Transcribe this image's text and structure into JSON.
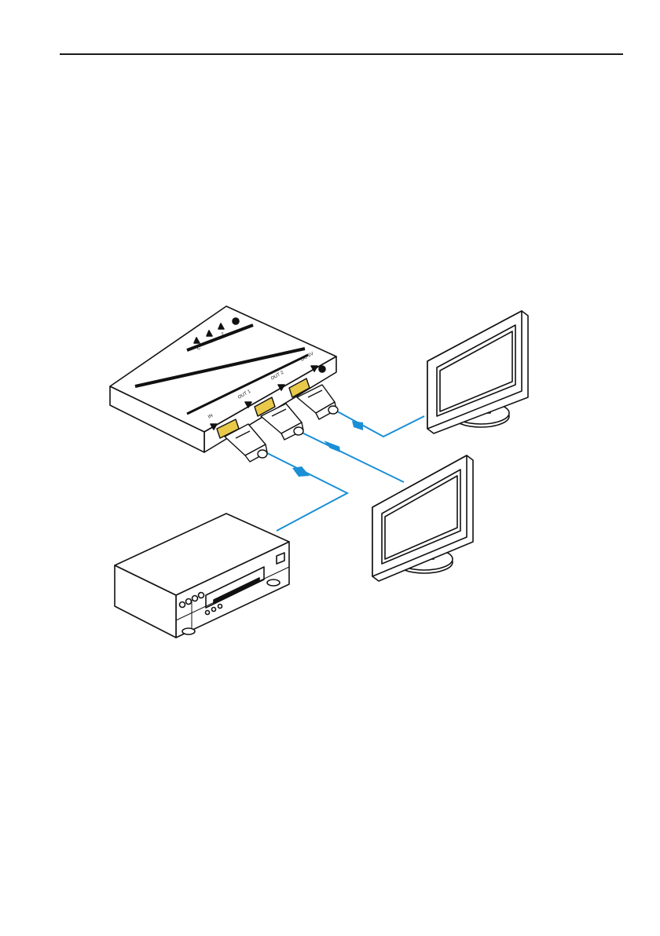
{
  "header": {
    "rule": true
  },
  "diagram": {
    "device_labels": {
      "front_1": "IN",
      "front_2": "OUT 1",
      "front_3": "OUT 2",
      "front_4": "DC 5V",
      "top_1": "C",
      "top_2": "1",
      "top_3": "2"
    },
    "colors": {
      "cable": "#1a8fd6",
      "line": "#111111",
      "connector_gold": "#e8c94a"
    },
    "icons": [
      "splitter-device",
      "hdmi-connector",
      "monitor",
      "vcr-source-device",
      "flow-arrow"
    ]
  }
}
